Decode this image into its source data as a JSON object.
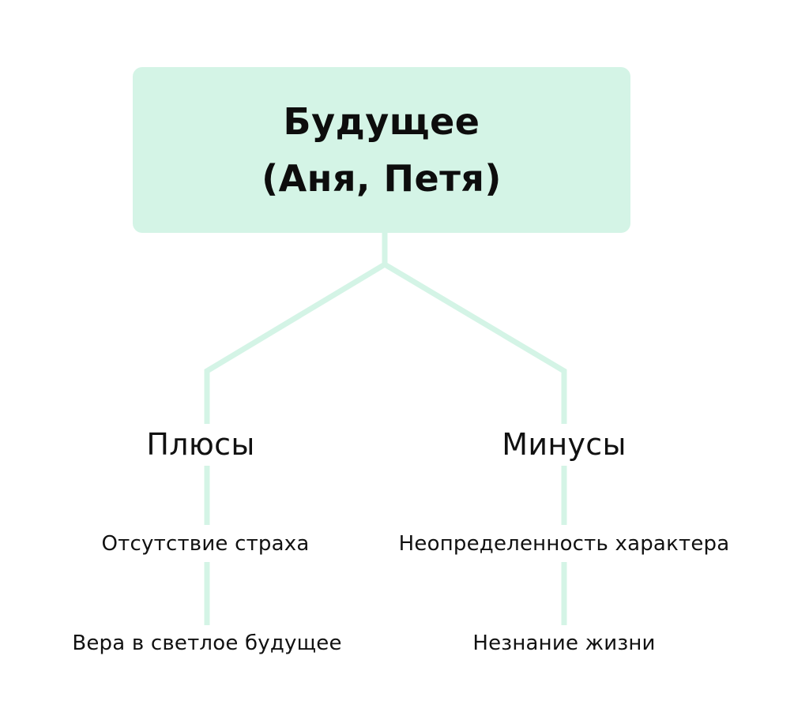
{
  "colors": {
    "root_fill": "#d4f4e6",
    "connector": "#d4f4e6",
    "text": "#111111",
    "background": "#ffffff"
  },
  "root": {
    "line1": "Будущее",
    "line2": "(Аня, Петя)"
  },
  "branches": {
    "left": {
      "label": "Плюсы",
      "items": [
        "Отсутствие страха",
        "Вера в светлое будущее"
      ]
    },
    "right": {
      "label": "Минусы",
      "items": [
        "Неопределенность характера",
        "Незнание жизни"
      ]
    }
  }
}
